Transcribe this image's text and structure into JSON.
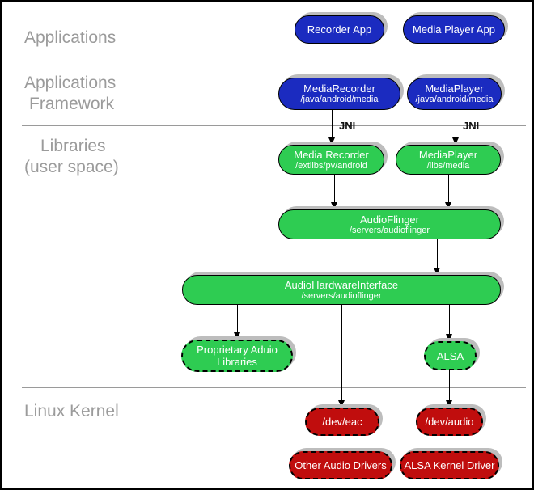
{
  "layers": {
    "applications": "Applications",
    "framework_line1": "Applications",
    "framework_line2": "Framework",
    "libraries_line1": "Libraries",
    "libraries_line2": "(user space)",
    "kernel": "Linux Kernel"
  },
  "jni_label": "JNI",
  "nodes": {
    "recorder_app": {
      "title": "Recorder App"
    },
    "media_player_app": {
      "title": "Media Player App"
    },
    "media_recorder_fw": {
      "title": "MediaRecorder",
      "subtitle": "/java/android/media"
    },
    "media_player_fw": {
      "title": "MediaPlayer",
      "subtitle": "/java/android/media"
    },
    "media_recorder_lib": {
      "title": "Media Recorder",
      "subtitle": "/extlibs/pv/android"
    },
    "media_player_lib": {
      "title": "MediaPlayer",
      "subtitle": "/libs/media"
    },
    "audioflinger": {
      "title": "AudioFlinger",
      "subtitle": "/servers/audioflinger"
    },
    "audio_hardware_interface": {
      "title": "AudioHardwareInterface",
      "subtitle": "/servers/audioflinger"
    },
    "proprietary_audio_libraries": {
      "title": "Proprietary Aduio Libraries"
    },
    "alsa": {
      "title": "ALSA"
    },
    "dev_eac": {
      "title": "/dev/eac"
    },
    "dev_audio": {
      "title": "/dev/audio"
    },
    "other_audio_drivers": {
      "title": "Other Audio Drivers"
    },
    "alsa_kernel_driver": {
      "title": "ALSA Kernel Driver"
    }
  },
  "colors": {
    "app_blue": "#1b2bc0",
    "lib_green": "#2ecc52",
    "kernel_red": "#c00d0d",
    "layer_label_gray": "#9b9b9b",
    "shadow_gray": "#bdbdbd"
  }
}
